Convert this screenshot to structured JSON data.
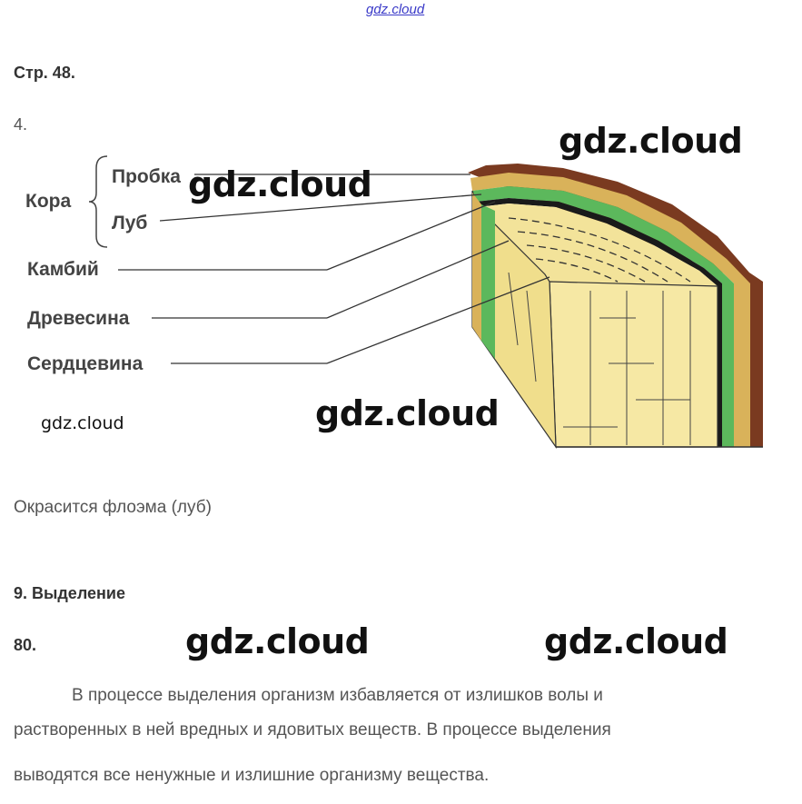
{
  "header": {
    "site_link": "gdz.cloud"
  },
  "page_label": "Стр. 48.",
  "task_number": "4.",
  "diagram": {
    "group_label": "Кора",
    "labels": {
      "cork": "Пробка",
      "phloem": "Луб",
      "cambium": "Камбий",
      "wood": "Древесина",
      "pith": "Сердцевина"
    }
  },
  "watermarks": {
    "w1": "gdz.cloud",
    "w2": "gdz.cloud",
    "w3": "gdz.cloud",
    "w4": "gdz.cloud",
    "w5": "gdz.cloud",
    "w6": "gdz.cloud"
  },
  "answer": "Окрасится флоэма (луб)",
  "section_title": "9. Выделение",
  "task_80": "80.",
  "paragraph": {
    "line1": "В процессе выделения организм избавляется от излишков волы и",
    "line2": "растворенных в ней вредных и ядовитых веществ. В процессе выделения",
    "line3": "выводятся все ненужные и излишние организму вещества."
  },
  "colors": {
    "bark": "#7a3a20",
    "cork_layer": "#d9b25a",
    "phloem_layer": "#5cb85c",
    "wood": "#f3e39a",
    "cambium": "#1a1a1a"
  }
}
